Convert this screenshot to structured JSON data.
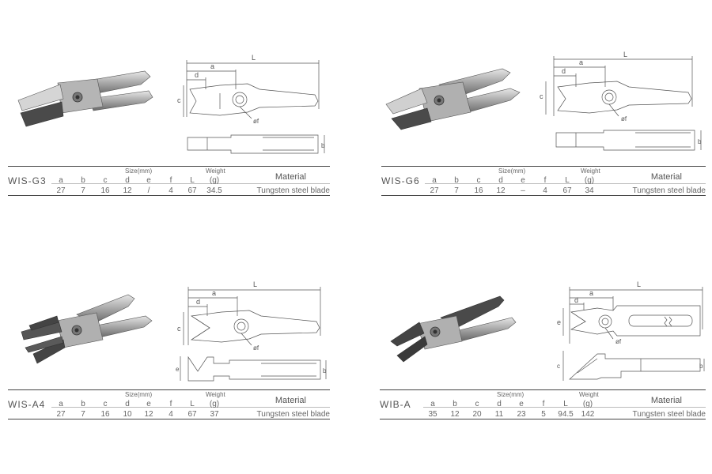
{
  "products": [
    {
      "model": "WIS-G3",
      "size_group": "Size(mm)",
      "weight_group": "Weight",
      "columns": [
        "a",
        "b",
        "c",
        "d",
        "e",
        "f",
        "L",
        "(g)"
      ],
      "values": [
        "27",
        "7",
        "16",
        "12",
        "/",
        "4",
        "67",
        "34.5"
      ],
      "material_header": "Material",
      "material": "Tungsten steel blade",
      "dim_labels": {
        "L": "L",
        "a": "a",
        "d": "d",
        "c": "c",
        "f": "øf",
        "b": "b"
      }
    },
    {
      "model": "WIS-G6",
      "size_group": "Size(mm)",
      "weight_group": "Weight",
      "columns": [
        "a",
        "b",
        "c",
        "d",
        "e",
        "f",
        "L",
        "(g)"
      ],
      "values": [
        "27",
        "7",
        "16",
        "12",
        "–",
        "4",
        "67",
        "34"
      ],
      "material_header": "Material",
      "material": "Tungsten steel blade",
      "dim_labels": {
        "L": "L",
        "a": "a",
        "d": "d",
        "c": "c",
        "f": "øf",
        "b": "b"
      }
    },
    {
      "model": "WIS-A4",
      "size_group": "Size(mm)",
      "weight_group": "Weight",
      "columns": [
        "a",
        "b",
        "c",
        "d",
        "e",
        "f",
        "L",
        "(g)"
      ],
      "values": [
        "27",
        "7",
        "16",
        "10",
        "12",
        "4",
        "67",
        "37"
      ],
      "material_header": "Material",
      "material": "Tungsten steel blade",
      "dim_labels": {
        "L": "L",
        "a": "a",
        "d": "d",
        "c": "c",
        "f": "øf",
        "b": "b",
        "e": "e"
      }
    },
    {
      "model": "WIB-A",
      "size_group": "Size(mm)",
      "weight_group": "Weight",
      "columns": [
        "a",
        "b",
        "c",
        "d",
        "e",
        "f",
        "L",
        "(g)"
      ],
      "values": [
        "35",
        "12",
        "20",
        "11",
        "23",
        "5",
        "94.5",
        "142"
      ],
      "material_header": "Material",
      "material": "Tungsten steel blade",
      "dim_labels": {
        "L": "L",
        "a": "a",
        "d": "d",
        "c": "c",
        "f": "øf",
        "b": "b",
        "e": "e"
      }
    }
  ],
  "colors": {
    "metal_dark": "#6e6e6e",
    "metal_light": "#c8c8c8",
    "line": "#444444"
  }
}
